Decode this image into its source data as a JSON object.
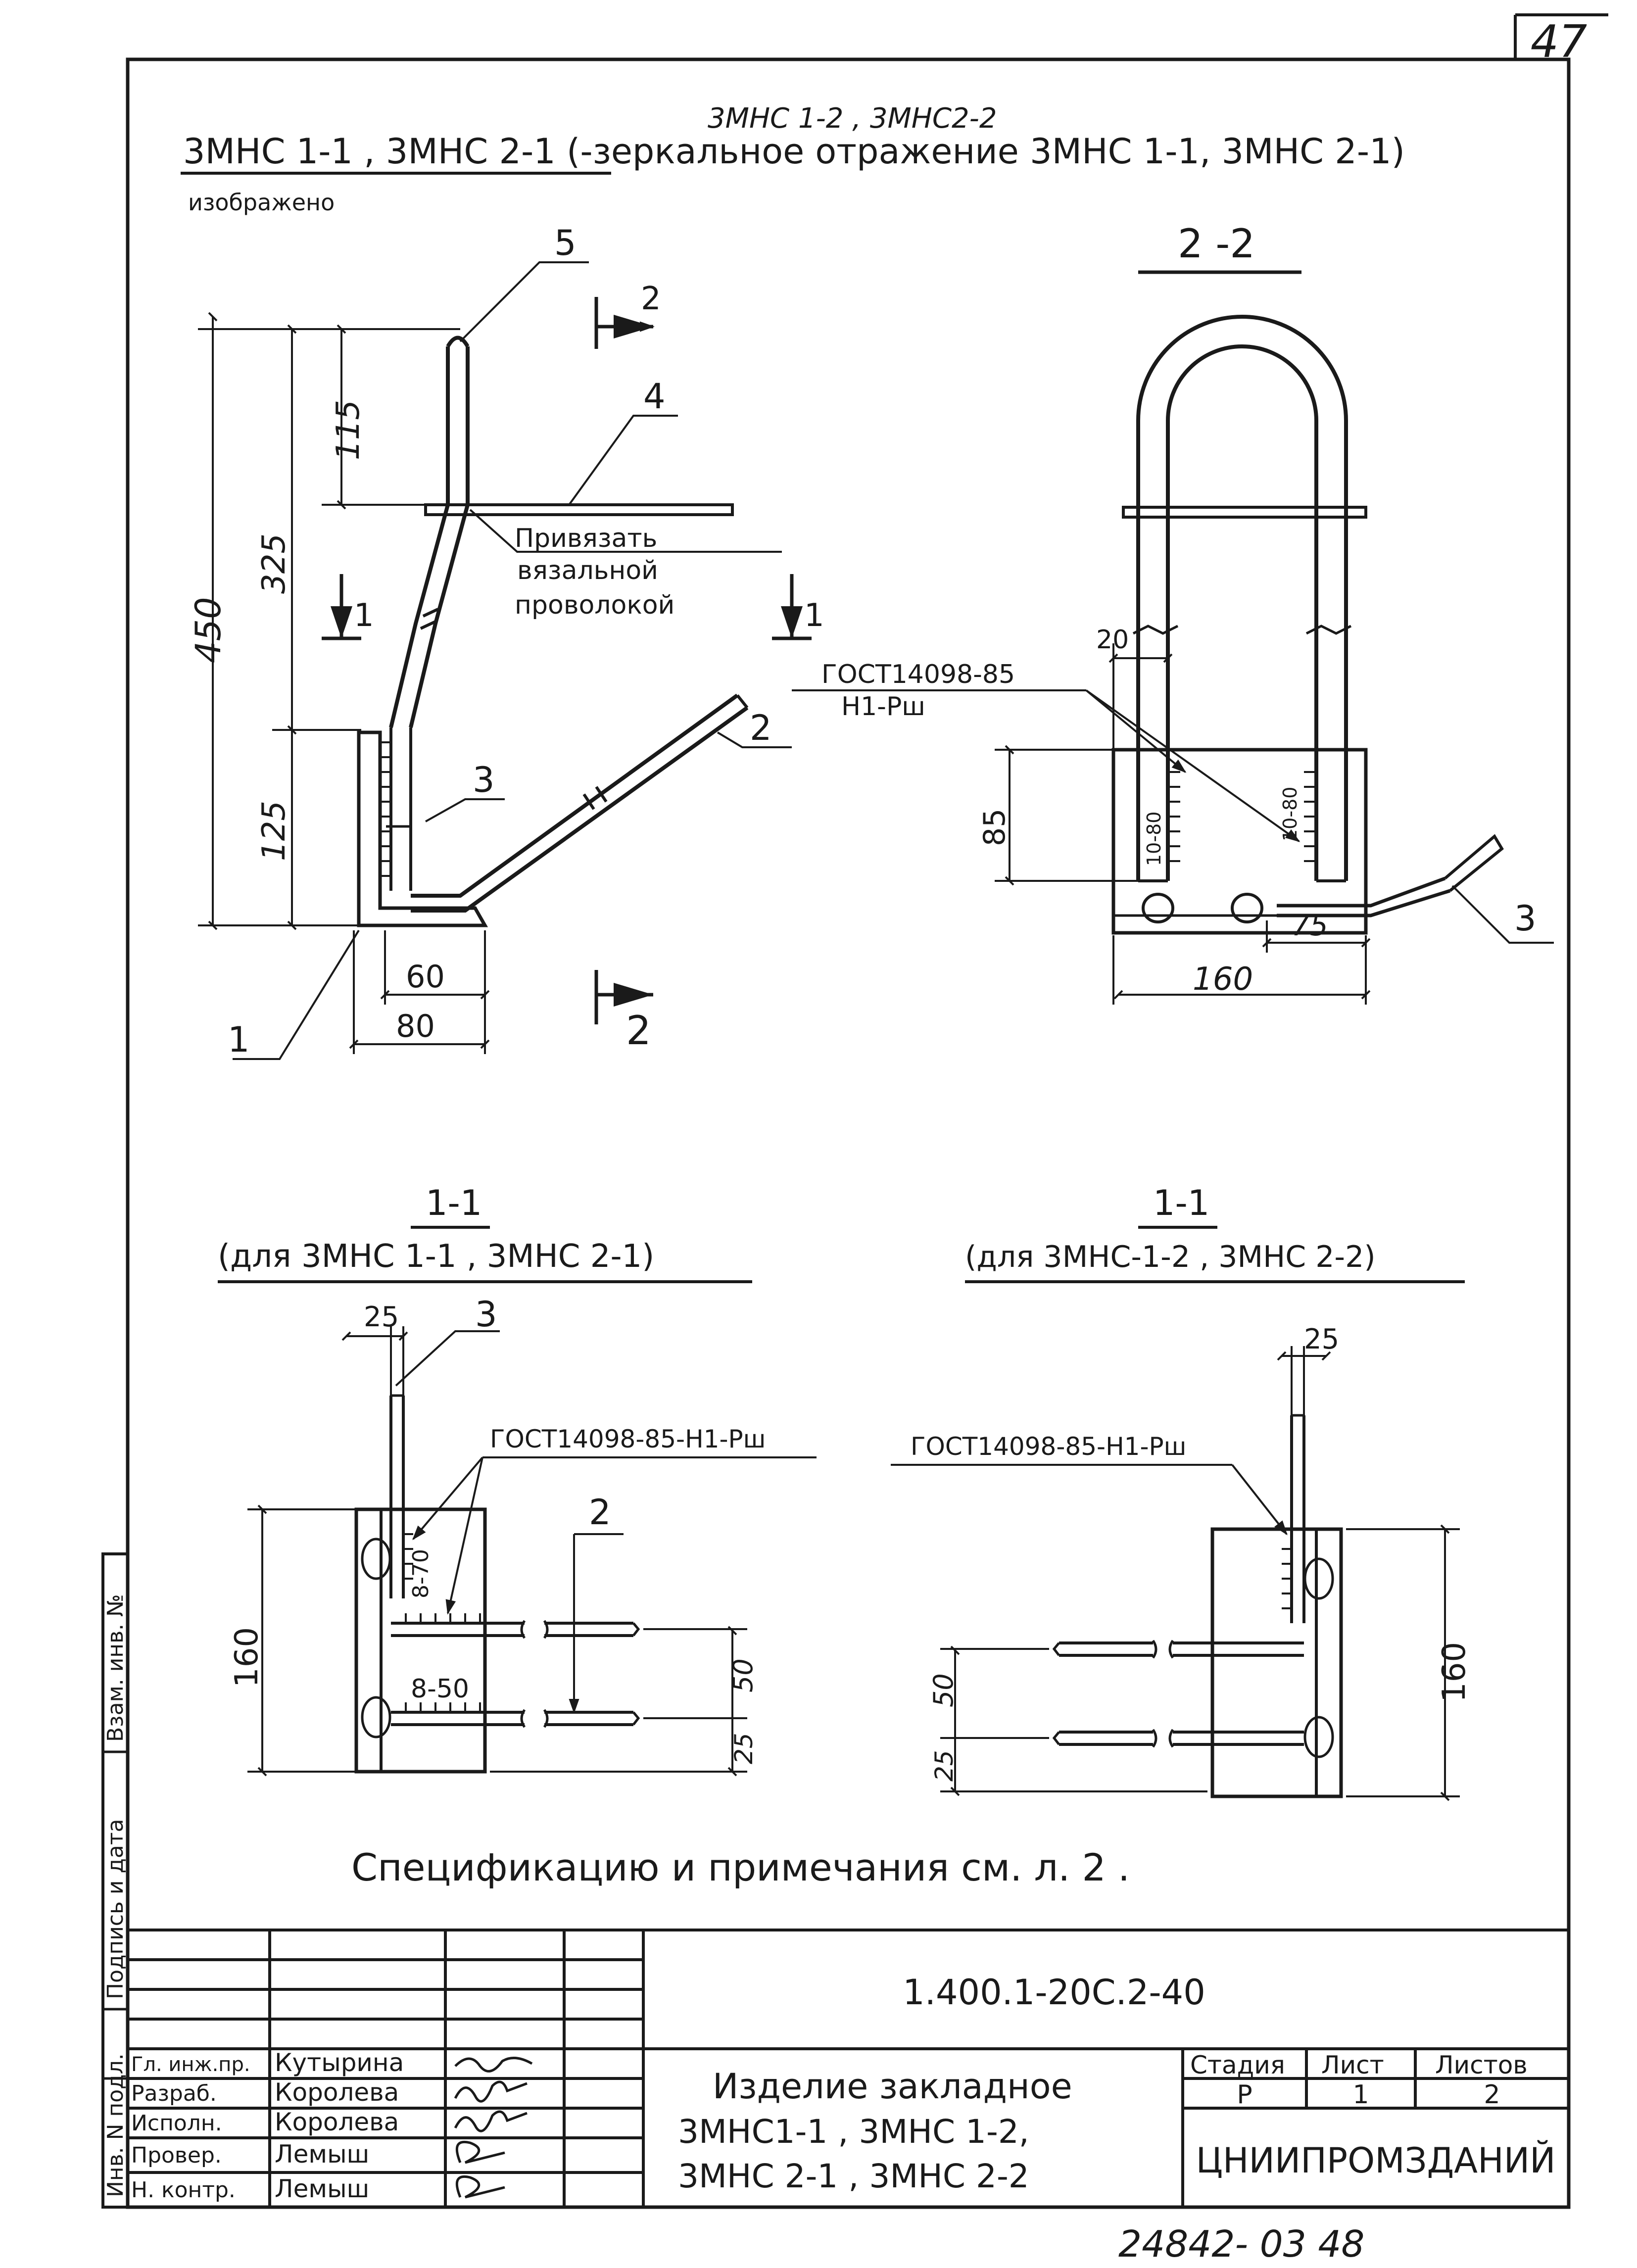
{
  "sheet": {
    "page_number": "47",
    "bottom_code": "24842- 03   48"
  },
  "header": {
    "line_main": "3МНС 1-1 , 3МНС 2-1 (-зеркальное отражение 3МНС 1-1, 3МНС 2-1)",
    "line_above": "3МНС 1-2 , 3МНС2-2",
    "line_below": "изображено"
  },
  "view_main": {
    "positions": [
      "1",
      "2",
      "3",
      "4",
      "5"
    ],
    "section_mark_2": "2",
    "section_mark_1": "1",
    "dims": {
      "d450": "450",
      "d325": "325",
      "d115": "115",
      "d125": "125",
      "d60": "60",
      "d80": "80"
    },
    "note_line1": "Привязать",
    "note_line2": "вязальной",
    "note_line3": "проволокой"
  },
  "view_22": {
    "title": "2 -2",
    "weld_note_1": "ГОСТ14098-85",
    "weld_note_2": "Н1-Рш",
    "weld_left": "10-80",
    "weld_right": "10-80",
    "dims": {
      "d20": "20",
      "d85": "85",
      "d75": "75",
      "d160": "160"
    },
    "position": "3"
  },
  "view_11a": {
    "title": "1-1",
    "subtitle": "(для 3МНС 1-1 , 3МНС 2-1)",
    "weld_note": "ГОСТ14098-85-Н1-Рш",
    "weld_top": "8-70",
    "weld_bottom": "8-50",
    "dims": {
      "d25": "25",
      "d160": "160",
      "d50": "50",
      "d25b": "25"
    },
    "positions": [
      "3",
      "2"
    ]
  },
  "view_11b": {
    "title": "1-1",
    "subtitle": "(для 3МНС-1-2 , 3МНС 2-2)",
    "weld_note": "ГОСТ14098-85-Н1-Рш",
    "dims": {
      "d25": "25",
      "d160": "160",
      "d50": "50",
      "d25b": "25"
    }
  },
  "notes": {
    "spec": "Спецификацию и примечания см. л. 2 ."
  },
  "title_block": {
    "doc_code": "1.400.1-20С.2-40",
    "name_line1": "Изделие закладное",
    "name_line2": "3МНС1-1 , 3МНС 1-2,",
    "name_line3": "3МНС 2-1 , 3МНС 2-2",
    "col_stage": "Стадия",
    "col_sheet": "Лист",
    "col_sheets": "Листов",
    "val_stage": "Р",
    "val_sheet": "1",
    "val_sheets": "2",
    "org": "ЦНИИПРОМЗДАНИЙ",
    "roles": [
      "Гл. инж.пр.",
      "Разраб.",
      "Исполн.",
      "Провер.",
      "Н. контр."
    ],
    "names": [
      "Кутырина",
      "Королева",
      "Королева",
      "Лемыш",
      "Лемыш"
    ]
  },
  "side_stamp": {
    "cell1": "Взам. инв. №",
    "cell2": "Подпись и дата",
    "cell3": "Инв. N подл."
  }
}
